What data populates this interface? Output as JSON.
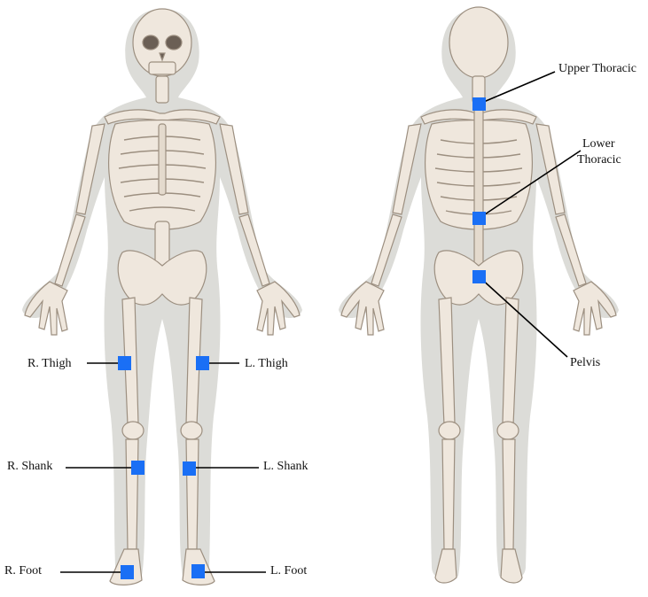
{
  "labels": {
    "upper_thoracic": "Upper Thoracic",
    "lower_thoracic_1": "Lower",
    "lower_thoracic_2": "Thoracic",
    "pelvis": "Pelvis",
    "r_thigh": "R. Thigh",
    "l_thigh": "L. Thigh",
    "r_shank": "R. Shank",
    "l_shank": "L. Shank",
    "r_foot": "R. Foot",
    "l_foot": "L. Foot"
  },
  "colors": {
    "sensor": "#1a6ff5",
    "bone": "#efe7dd",
    "silhouette": "#dcdcd8",
    "leader": "#000000"
  }
}
